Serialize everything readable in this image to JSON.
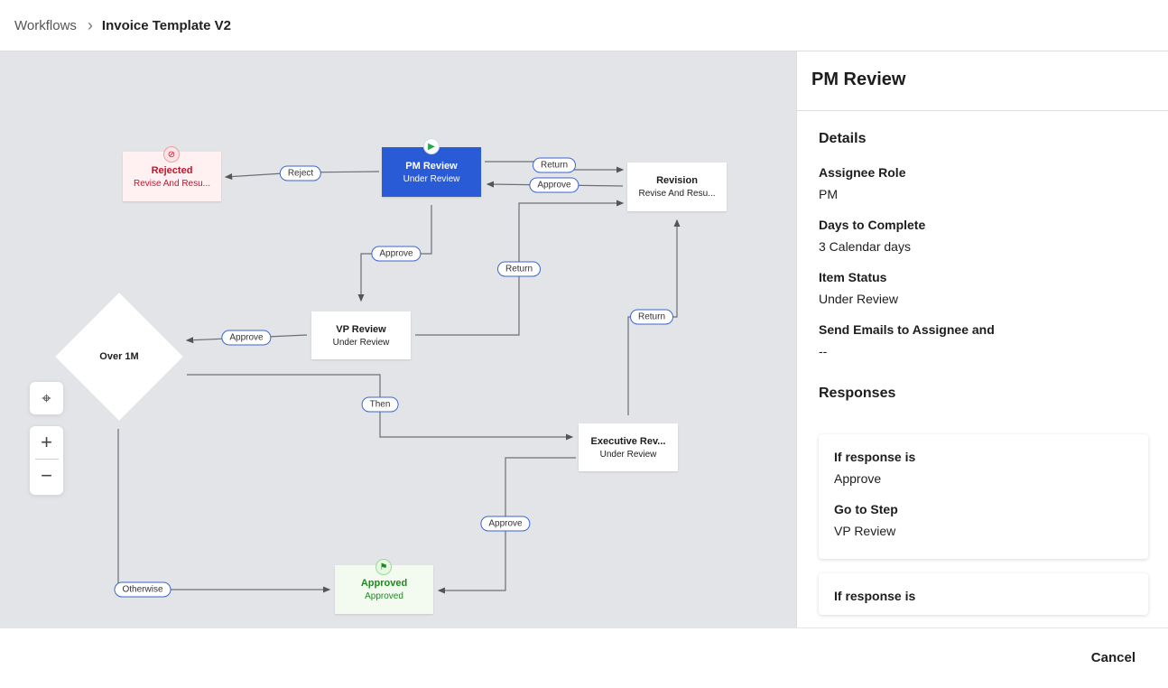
{
  "breadcrumb": {
    "parent": "Workflows",
    "current": "Invoice Template V2"
  },
  "nodes": {
    "rejected": {
      "title": "Rejected",
      "status": "Revise And Resu..."
    },
    "pm": {
      "title": "PM Review",
      "status": "Under Review"
    },
    "revision": {
      "title": "Revision",
      "status": "Revise And Resu..."
    },
    "vp": {
      "title": "VP Review",
      "status": "Under Review"
    },
    "decision": {
      "title": "Over 1M"
    },
    "exec": {
      "title": "Executive Rev...",
      "status": "Under Review"
    },
    "approved": {
      "title": "Approved",
      "status": "Approved"
    }
  },
  "edges": {
    "reject": "Reject",
    "return1": "Return",
    "approve1": "Approve",
    "approve2": "Approve",
    "return2": "Return",
    "approve3": "Approve",
    "then": "Then",
    "return3": "Return",
    "approve4": "Approve",
    "otherwise": "Otherwise"
  },
  "panel": {
    "title": "PM Review",
    "details_heading": "Details",
    "fields": [
      {
        "label": "Assignee Role",
        "value": "PM"
      },
      {
        "label": "Days to Complete",
        "value": "3 Calendar days"
      },
      {
        "label": "Item Status",
        "value": "Under Review"
      },
      {
        "label": "Send Emails to Assignee and",
        "value": "--"
      }
    ],
    "responses_heading": "Responses",
    "responses": [
      {
        "if_label": "If response is",
        "if_value": "Approve",
        "goto_label": "Go to Step",
        "goto_value": "VP Review"
      },
      {
        "if_label": "If response is"
      }
    ]
  },
  "footer": {
    "cancel": "Cancel"
  },
  "colors": {
    "active": "#2a5bd7",
    "rejected": "#c4142c",
    "approved": "#1e8a1e",
    "canvas": "#e2e4e8"
  }
}
